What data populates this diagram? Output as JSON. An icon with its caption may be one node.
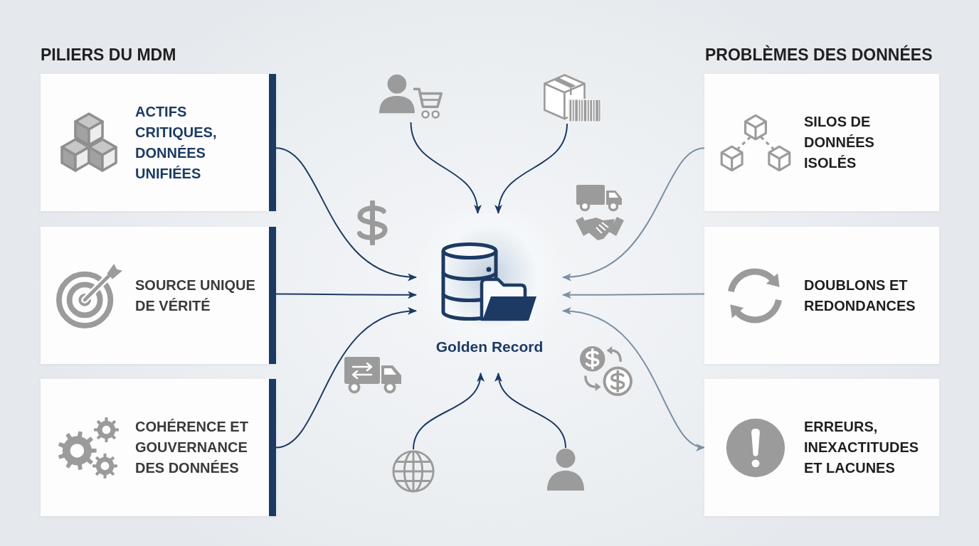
{
  "diagram": {
    "nodes": [
      {
        "text": [
          "ACTIFS CRITIQUES, DONNÉES UNIFIÉES"
        ]
      },
      {
        "text": [
          "SOURCE UNIQUE DE VÉRITÉ"
        ]
      },
      {
        "text": [
          "COHÉRENCE ET GOUVERNANCE DES DONNÉES"
        ]
      },
      {
        "text": [
          "SILOS DE DONNÉES ISOLÉS"
        ]
      },
      {
        "text": [
          "DOUBLONS ET REDONDANCES"
        ]
      },
      {
        "text": [
          "ERREURS, INEXACTITUDES ET LACUNES"
        ]
      },
      {
        "text": [
          "Golden Record"
        ]
      },
      {
        "text": [],
        "shape": "picture"
      },
      {
        "text": [],
        "shape": "picture"
      },
      {
        "text": [],
        "shape": "picture"
      },
      {
        "text": [],
        "shape": "picture"
      }
    ],
    "edges": [
      {
        "from": 0,
        "to": 6,
        "arrow": "to"
      },
      {
        "from": 1,
        "to": 6,
        "arrow": "to"
      },
      {
        "from": 2,
        "to": 6,
        "arrow": "to"
      },
      {
        "from": 7,
        "to": 6,
        "arrow": "to"
      },
      {
        "from": 8,
        "to": 6,
        "arrow": "to"
      },
      {
        "from": 9,
        "to": 6,
        "arrow": "to"
      },
      {
        "from": 10,
        "to": 6,
        "arrow": "to"
      },
      {
        "from": 3,
        "to": 6,
        "arrow": "to",
        "color": "#7d8fa3"
      },
      {
        "from": 4,
        "to": 6,
        "arrow": "to",
        "color": "#7d8fa3"
      },
      {
        "from": 6,
        "to": 5,
        "arrow": "both",
        "color": "#7d8fa3"
      }
    ],
    "labels": [
      "PILIERS DU MDM",
      "PROBLÈMES DES DONNÉES"
    ]
  }
}
